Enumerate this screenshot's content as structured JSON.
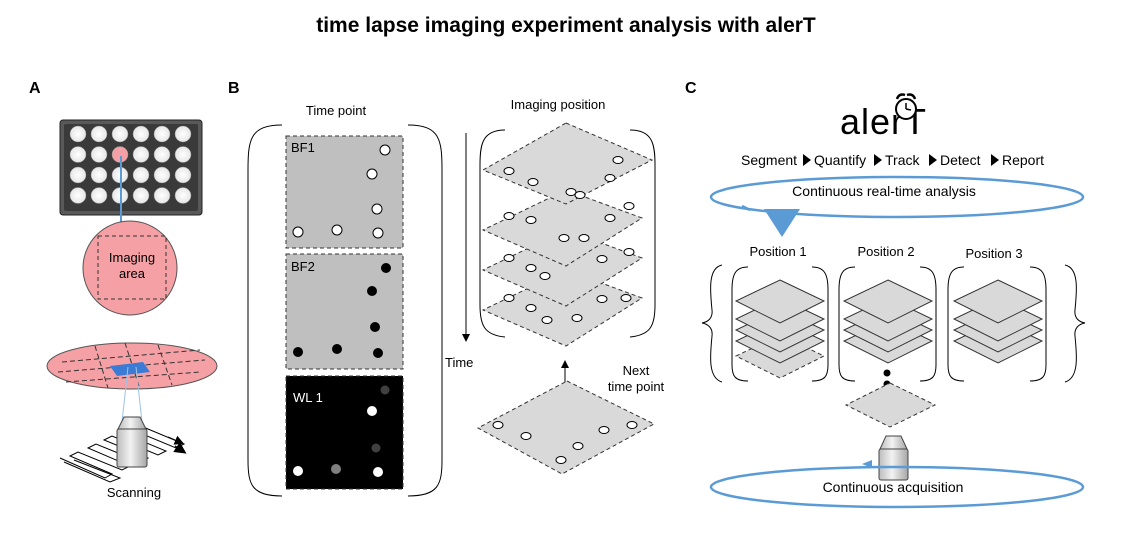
{
  "title": "time lapse imaging experiment analysis with alerT",
  "panel_a": {
    "label": "A",
    "imaging_area_line1": "Imaging",
    "imaging_area_line2": "area",
    "scanning": "Scanning"
  },
  "panel_b": {
    "label": "B",
    "time_point": "Time point",
    "imaging_position": "Imaging position",
    "bf1": "BF1",
    "bf2": "BF2",
    "wl1": "WL 1",
    "time": "Time",
    "next_line1": "Next",
    "next_line2": "time point"
  },
  "panel_c": {
    "label": "C",
    "logo": "alerT",
    "pipeline": [
      "Segment",
      "Quantify",
      "Track",
      "Detect",
      "Report"
    ],
    "continuous_analysis": "Continuous real-time analysis",
    "positions": [
      "Position 1",
      "Position 2",
      "Position 3"
    ],
    "continuous_acquisition": "Continuous acquisition"
  },
  "colors": {
    "pink": "#f4a0a4",
    "blue_accent": "#5b9bd5",
    "panel_gray": "#bfbfbf",
    "layer_gray": "#d9d9d9"
  }
}
